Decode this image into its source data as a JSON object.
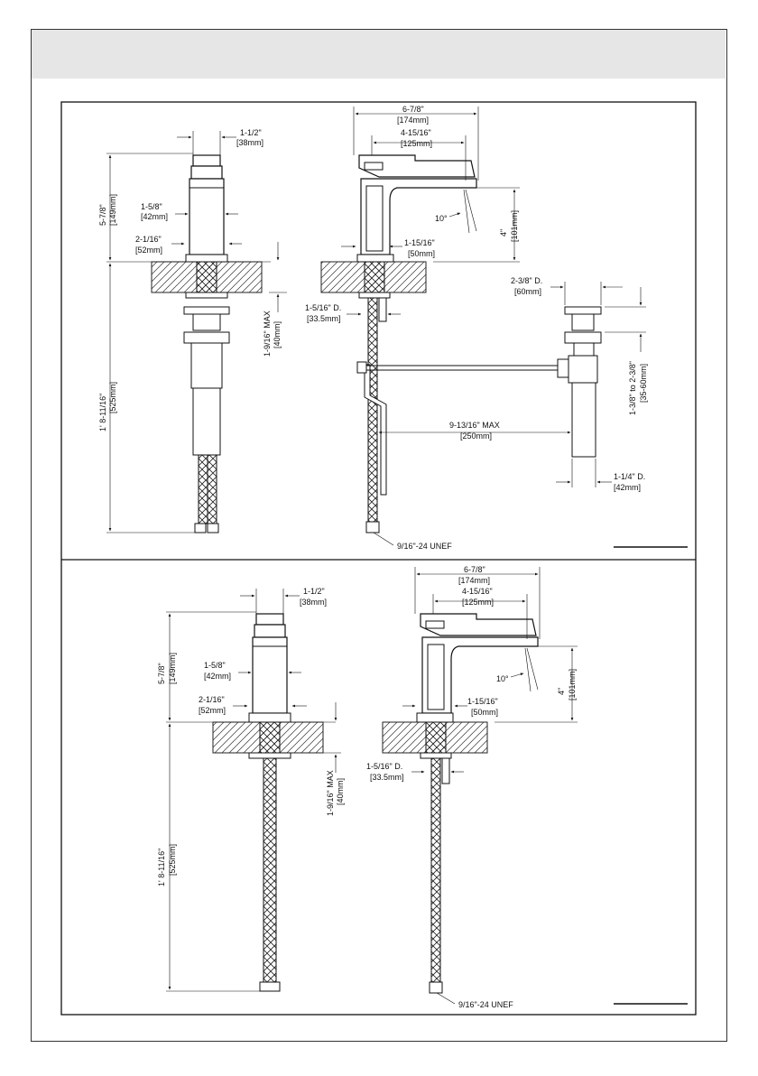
{
  "top": {
    "side": {
      "body_width": "1-1/2\"",
      "body_width_mm": "[38mm]",
      "height": "5-7/8\"",
      "height_mm": "[149mm]",
      "body_dia": "1-5/8\"",
      "body_dia_mm": "[42mm]",
      "base_dia": "2-1/16\"",
      "base_dia_mm": "[52mm]",
      "deck_max": "1-9/16\" MAX",
      "deck_max_mm": "[40mm]",
      "hose_length": "1' 8-11/16\"",
      "hose_length_mm": "[525mm]"
    },
    "front": {
      "overall": "6-7/8\"",
      "overall_mm": "[174mm]",
      "reach": "4-15/16\"",
      "reach_mm": "[125mm]",
      "angle": "10°",
      "spout_height": "4\"",
      "spout_height_mm": "[101mm]",
      "shank": "1-15/16\"",
      "shank_mm": "[50mm]",
      "hole_dia": "1-5/16\" D.",
      "hole_dia_mm": "[33.5mm]",
      "drain_max": "9-13/16\" MAX",
      "drain_max_mm": "[250mm]",
      "thread": "9/16\"-24 UNEF"
    },
    "drain": {
      "flange_dia": "2-3/8\" D.",
      "flange_dia_mm": "[60mm]",
      "range": "1-3/8\" to 2-3/8\"",
      "range_mm": "[35-60mm]",
      "tail_dia": "1-1/4\" D.",
      "tail_dia_mm": "[42mm]"
    }
  },
  "bottom": {
    "side": {
      "body_width": "1-1/2\"",
      "body_width_mm": "[38mm]",
      "height": "5-7/8\"",
      "height_mm": "[149mm]",
      "body_dia": "1-5/8\"",
      "body_dia_mm": "[42mm]",
      "base_dia": "2-1/16\"",
      "base_dia_mm": "[52mm]",
      "deck_max": "1-9/16\" MAX",
      "deck_max_mm": "[40mm]",
      "hose_length": "1' 8-11/16\"",
      "hose_length_mm": "[525mm]"
    },
    "front": {
      "overall": "6-7/8\"",
      "overall_mm": "[174mm]",
      "reach": "4-15/16\"",
      "reach_mm": "[125mm]",
      "angle": "10°",
      "spout_height": "4\"",
      "spout_height_mm": "[101mm]",
      "shank": "1-15/16\"",
      "shank_mm": "[50mm]",
      "hole_dia": "1-5/16\" D.",
      "hole_dia_mm": "[33.5mm]",
      "thread": "9/16\"-24 UNEF"
    }
  }
}
